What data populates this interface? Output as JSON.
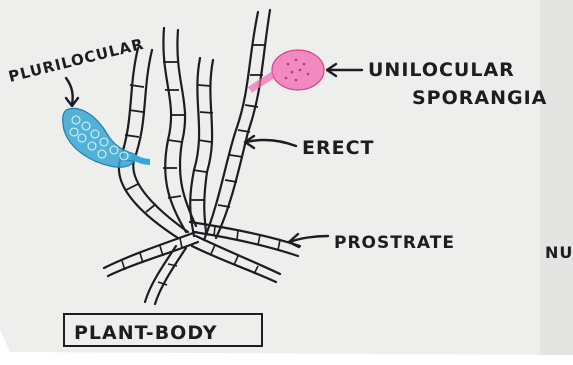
{
  "labels": {
    "plurilocular": "PLURILOCULAR",
    "unilocular_1": "UNILOCULAR",
    "unilocular_2": "SPORANGIA",
    "erect": "ERECT",
    "prostrate": "PROSTRATE",
    "cutoff": "NU",
    "plant_body": "PLANT-BODY"
  },
  "colors": {
    "paper": "#eeeeec",
    "ink": "#1c1c22",
    "plurilocular_fill": "#37a6d3",
    "unilocular_fill": "#f26ab0",
    "background_outside": "#ffffff"
  }
}
